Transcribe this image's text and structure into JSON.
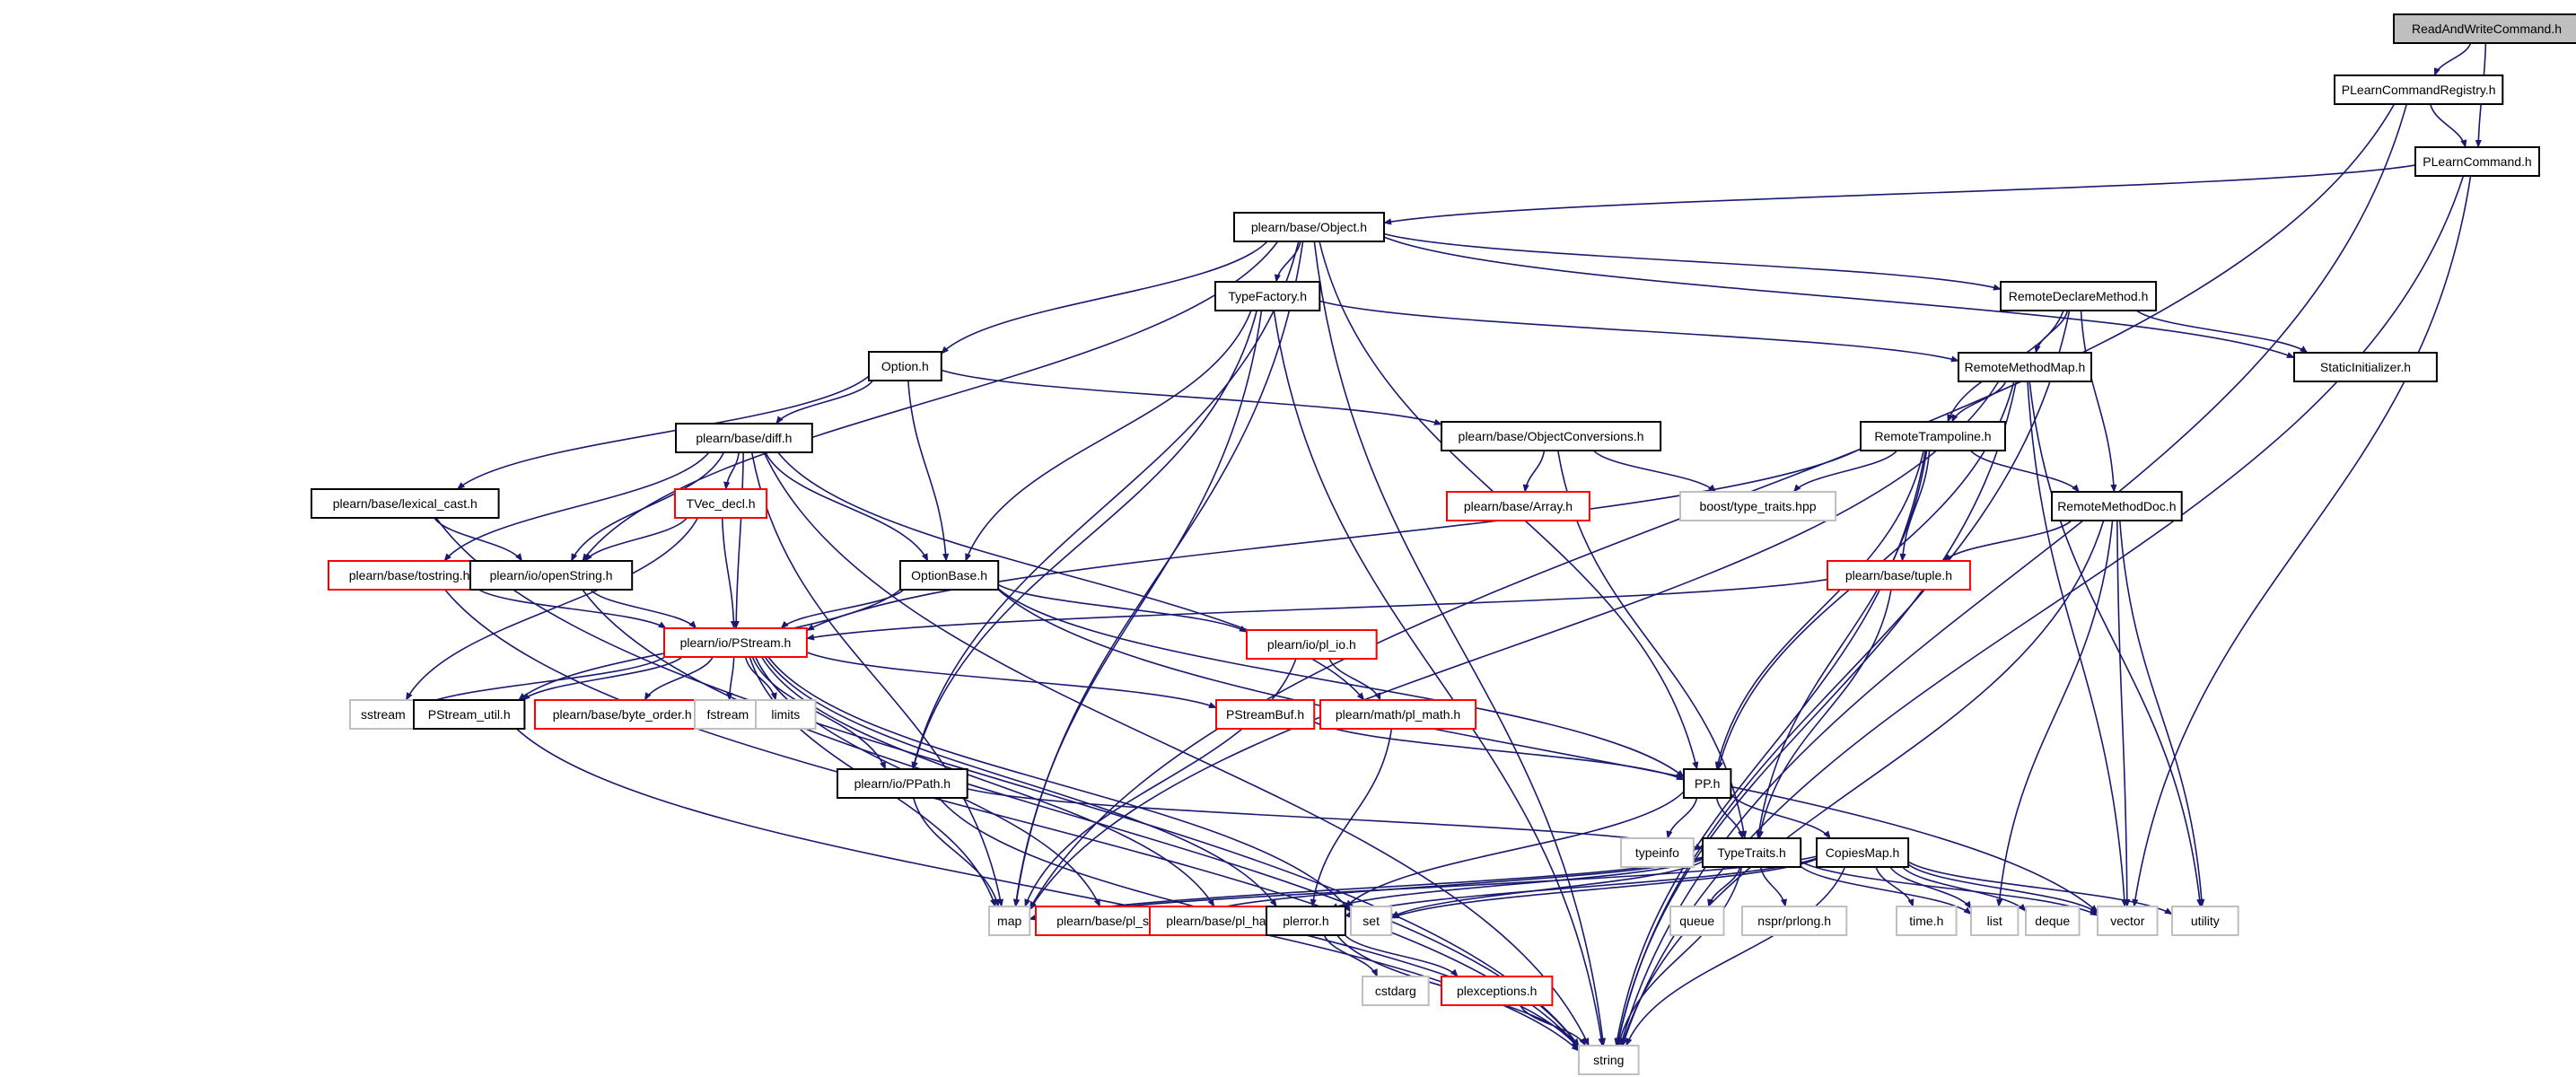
{
  "diagram": {
    "title": "ReadAndWriteCommand.h include dependency graph",
    "colors": {
      "edge": "#191970",
      "root_fill": "#bfbfbf",
      "documented_border": "#000000",
      "truncated_border": "#ff0000",
      "external_border": "#bfbfbf"
    },
    "nodes": [
      {
        "id": "root",
        "label": "ReadAndWriteCommand.h",
        "kind": "root"
      },
      {
        "id": "registry",
        "label": "PLearnCommandRegistry.h",
        "kind": "documented"
      },
      {
        "id": "command",
        "label": "PLearnCommand.h",
        "kind": "documented"
      },
      {
        "id": "object",
        "label": "plearn/base/Object.h",
        "kind": "documented"
      },
      {
        "id": "typefactory",
        "label": "TypeFactory.h",
        "kind": "documented"
      },
      {
        "id": "remotedeclare",
        "label": "RemoteDeclareMethod.h",
        "kind": "documented"
      },
      {
        "id": "staticinit",
        "label": "StaticInitializer.h",
        "kind": "documented"
      },
      {
        "id": "option",
        "label": "Option.h",
        "kind": "documented"
      },
      {
        "id": "remotemap",
        "label": "RemoteMethodMap.h",
        "kind": "documented"
      },
      {
        "id": "diff",
        "label": "plearn/base/diff.h",
        "kind": "documented"
      },
      {
        "id": "objconv",
        "label": "plearn/base/ObjectConversions.h",
        "kind": "documented"
      },
      {
        "id": "trampoline",
        "label": "RemoteTrampoline.h",
        "kind": "documented"
      },
      {
        "id": "lexical",
        "label": "plearn/base/lexical_cast.h",
        "kind": "documented"
      },
      {
        "id": "tvec",
        "label": "TVec_decl.h",
        "kind": "truncated"
      },
      {
        "id": "array",
        "label": "plearn/base/Array.h",
        "kind": "truncated"
      },
      {
        "id": "boosttt",
        "label": "boost/type_traits.hpp",
        "kind": "external"
      },
      {
        "id": "remotedoc",
        "label": "RemoteMethodDoc.h",
        "kind": "documented"
      },
      {
        "id": "tostring",
        "label": "plearn/base/tostring.h",
        "kind": "truncated"
      },
      {
        "id": "openstring",
        "label": "plearn/io/openString.h",
        "kind": "documented"
      },
      {
        "id": "optionbase",
        "label": "OptionBase.h",
        "kind": "documented"
      },
      {
        "id": "tuple",
        "label": "plearn/base/tuple.h",
        "kind": "truncated"
      },
      {
        "id": "pstream",
        "label": "plearn/io/PStream.h",
        "kind": "truncated"
      },
      {
        "id": "plio",
        "label": "plearn/io/pl_io.h",
        "kind": "truncated"
      },
      {
        "id": "sstream",
        "label": "sstream",
        "kind": "external"
      },
      {
        "id": "pstreamutil",
        "label": "PStream_util.h",
        "kind": "documented"
      },
      {
        "id": "byteorder",
        "label": "plearn/base/byte_order.h",
        "kind": "truncated"
      },
      {
        "id": "fstream",
        "label": "fstream",
        "kind": "external"
      },
      {
        "id": "limits",
        "label": "limits",
        "kind": "external"
      },
      {
        "id": "pstreambuf",
        "label": "PStreamBuf.h",
        "kind": "truncated"
      },
      {
        "id": "plmath",
        "label": "plearn/math/pl_math.h",
        "kind": "truncated"
      },
      {
        "id": "ppath",
        "label": "plearn/io/PPath.h",
        "kind": "documented"
      },
      {
        "id": "pp",
        "label": "PP.h",
        "kind": "documented"
      },
      {
        "id": "typeinfo",
        "label": "typeinfo",
        "kind": "external"
      },
      {
        "id": "typetraits",
        "label": "TypeTraits.h",
        "kind": "documented"
      },
      {
        "id": "copiesmap",
        "label": "CopiesMap.h",
        "kind": "documented"
      },
      {
        "id": "map",
        "label": "map",
        "kind": "external"
      },
      {
        "id": "stdint",
        "label": "plearn/base/pl_stdint.h",
        "kind": "truncated"
      },
      {
        "id": "hashfun",
        "label": "plearn/base/pl_hash_fun.h",
        "kind": "truncated"
      },
      {
        "id": "plerror",
        "label": "plerror.h",
        "kind": "documented"
      },
      {
        "id": "set",
        "label": "set",
        "kind": "external"
      },
      {
        "id": "queue",
        "label": "queue",
        "kind": "external"
      },
      {
        "id": "prlong",
        "label": "nspr/prlong.h",
        "kind": "external"
      },
      {
        "id": "timeh",
        "label": "time.h",
        "kind": "external"
      },
      {
        "id": "list",
        "label": "list",
        "kind": "external"
      },
      {
        "id": "deque",
        "label": "deque",
        "kind": "external"
      },
      {
        "id": "vector",
        "label": "vector",
        "kind": "external"
      },
      {
        "id": "utility",
        "label": "utility",
        "kind": "external"
      },
      {
        "id": "cstdarg",
        "label": "cstdarg",
        "kind": "external"
      },
      {
        "id": "plexceptions",
        "label": "plexceptions.h",
        "kind": "truncated"
      },
      {
        "id": "string",
        "label": "string",
        "kind": "external"
      }
    ],
    "edges": [
      [
        "root",
        "registry"
      ],
      [
        "root",
        "command"
      ],
      [
        "registry",
        "command"
      ],
      [
        "registry",
        "map"
      ],
      [
        "registry",
        "string"
      ],
      [
        "command",
        "object"
      ],
      [
        "command",
        "vector"
      ],
      [
        "command",
        "string"
      ],
      [
        "object",
        "typefactory"
      ],
      [
        "object",
        "remotedeclare"
      ],
      [
        "object",
        "staticinit"
      ],
      [
        "object",
        "option"
      ],
      [
        "object",
        "openstring"
      ],
      [
        "object",
        "ppath"
      ],
      [
        "object",
        "pp"
      ],
      [
        "object",
        "map"
      ],
      [
        "object",
        "string"
      ],
      [
        "typefactory",
        "remotemap"
      ],
      [
        "typefactory",
        "optionbase"
      ],
      [
        "typefactory",
        "ppath"
      ],
      [
        "typefactory",
        "map"
      ],
      [
        "typefactory",
        "string"
      ],
      [
        "remotedeclare",
        "remotemap"
      ],
      [
        "remotedeclare",
        "trampoline"
      ],
      [
        "remotedeclare",
        "remotedoc"
      ],
      [
        "remotedeclare",
        "staticinit"
      ],
      [
        "remotedeclare",
        "string"
      ],
      [
        "option",
        "diff"
      ],
      [
        "option",
        "objconv"
      ],
      [
        "option",
        "optionbase"
      ],
      [
        "option",
        "lexical"
      ],
      [
        "remotemap",
        "trampoline"
      ],
      [
        "remotemap",
        "pp"
      ],
      [
        "remotemap",
        "map"
      ],
      [
        "remotemap",
        "vector"
      ],
      [
        "remotemap",
        "utility"
      ],
      [
        "remotemap",
        "string"
      ],
      [
        "diff",
        "tvec"
      ],
      [
        "diff",
        "tostring"
      ],
      [
        "diff",
        "openstring"
      ],
      [
        "diff",
        "optionbase"
      ],
      [
        "diff",
        "pstream"
      ],
      [
        "diff",
        "plmath"
      ],
      [
        "diff",
        "map"
      ],
      [
        "diff",
        "string"
      ],
      [
        "objconv",
        "array"
      ],
      [
        "objconv",
        "boosttt"
      ],
      [
        "objconv",
        "typetraits"
      ],
      [
        "trampoline",
        "boosttt"
      ],
      [
        "trampoline",
        "remotedoc"
      ],
      [
        "trampoline",
        "tuple"
      ],
      [
        "trampoline",
        "pstream"
      ],
      [
        "trampoline",
        "pp"
      ],
      [
        "trampoline",
        "typetraits"
      ],
      [
        "trampoline",
        "string"
      ],
      [
        "lexical",
        "openstring"
      ],
      [
        "lexical",
        "string"
      ],
      [
        "tvec",
        "openstring"
      ],
      [
        "tvec",
        "pstream"
      ],
      [
        "tvec",
        "sstream"
      ],
      [
        "remotedoc",
        "tuple"
      ],
      [
        "remotedoc",
        "list"
      ],
      [
        "remotedoc",
        "vector"
      ],
      [
        "remotedoc",
        "utility"
      ],
      [
        "remotedoc",
        "string"
      ],
      [
        "tostring",
        "pstream"
      ],
      [
        "tostring",
        "string"
      ],
      [
        "openstring",
        "pstream"
      ],
      [
        "openstring",
        "string"
      ],
      [
        "optionbase",
        "pstream"
      ],
      [
        "optionbase",
        "plio"
      ],
      [
        "optionbase",
        "pp"
      ],
      [
        "optionbase",
        "vector"
      ],
      [
        "optionbase",
        "pstreamutil"
      ],
      [
        "tuple",
        "pstream"
      ],
      [
        "tuple",
        "typetraits"
      ],
      [
        "pstream",
        "sstream"
      ],
      [
        "pstream",
        "pstreamutil"
      ],
      [
        "pstream",
        "byteorder"
      ],
      [
        "pstream",
        "fstream"
      ],
      [
        "pstream",
        "limits"
      ],
      [
        "pstream",
        "pstreambuf"
      ],
      [
        "pstream",
        "map"
      ],
      [
        "pstream",
        "stdint"
      ],
      [
        "pstream",
        "hashfun"
      ],
      [
        "pstream",
        "plerror"
      ],
      [
        "pstream",
        "set"
      ],
      [
        "pstream",
        "ppath"
      ],
      [
        "plio",
        "plmath"
      ],
      [
        "plio",
        "map"
      ],
      [
        "pstreamutil",
        "string"
      ],
      [
        "pstreambuf",
        "pp"
      ],
      [
        "plmath",
        "plerror"
      ],
      [
        "ppath",
        "typetraits"
      ],
      [
        "ppath",
        "map"
      ],
      [
        "ppath",
        "string"
      ],
      [
        "pp",
        "typeinfo"
      ],
      [
        "pp",
        "typetraits"
      ],
      [
        "pp",
        "copiesmap"
      ],
      [
        "pp",
        "plerror"
      ],
      [
        "typetraits",
        "map"
      ],
      [
        "typetraits",
        "stdint"
      ],
      [
        "typetraits",
        "hashfun"
      ],
      [
        "typetraits",
        "set"
      ],
      [
        "typetraits",
        "queue"
      ],
      [
        "typetraits",
        "prlong"
      ],
      [
        "typetraits",
        "list"
      ],
      [
        "typetraits",
        "vector"
      ],
      [
        "typetraits",
        "string"
      ],
      [
        "copiesmap",
        "map"
      ],
      [
        "copiesmap",
        "set"
      ],
      [
        "copiesmap",
        "plerror"
      ],
      [
        "copiesmap",
        "timeh"
      ],
      [
        "copiesmap",
        "list"
      ],
      [
        "copiesmap",
        "deque"
      ],
      [
        "copiesmap",
        "vector"
      ],
      [
        "copiesmap",
        "utility"
      ],
      [
        "copiesmap",
        "string"
      ],
      [
        "plerror",
        "cstdarg"
      ],
      [
        "plerror",
        "plexceptions"
      ],
      [
        "plerror",
        "string"
      ],
      [
        "plexceptions",
        "string"
      ]
    ]
  }
}
